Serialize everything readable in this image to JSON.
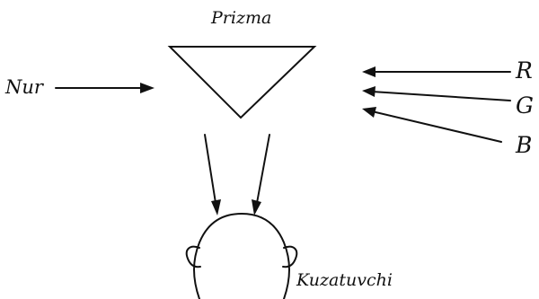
{
  "labels": {
    "prism": "Prizma",
    "light": "Nur",
    "red": "R",
    "green": "G",
    "blue": "B",
    "observer": "Kuzatuvchi"
  },
  "colors": {
    "ink": "#111111",
    "background": "#ffffff"
  }
}
